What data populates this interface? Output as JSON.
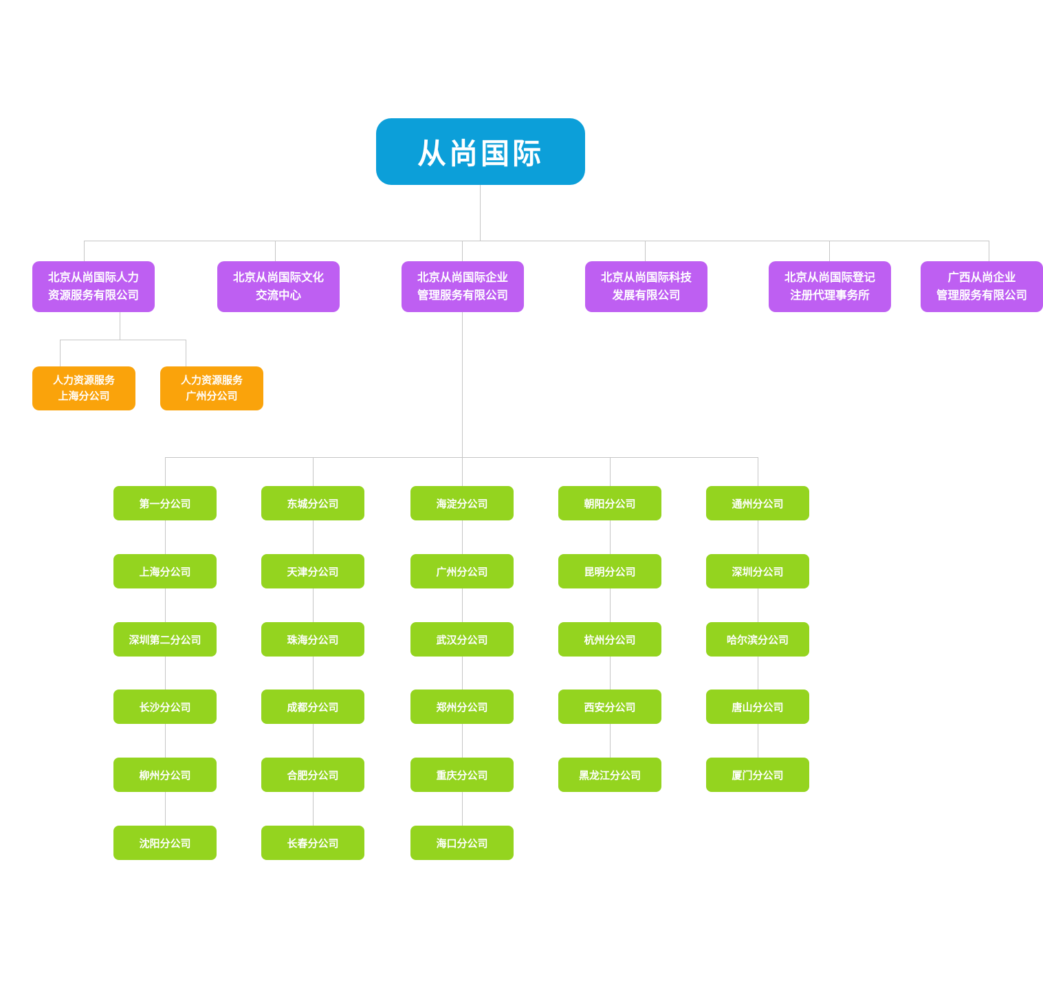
{
  "org": {
    "root": {
      "label": "从尚国际"
    },
    "subsidiaries": [
      {
        "line1": "北京从尚国际人力",
        "line2": "资源服务有限公司"
      },
      {
        "line1": "北京从尚国际文化",
        "line2": "交流中心"
      },
      {
        "line1": "北京从尚国际企业",
        "line2": "管理服务有限公司"
      },
      {
        "line1": "北京从尚国际科技",
        "line2": "发展有限公司"
      },
      {
        "line1": "北京从尚国际登记",
        "line2": "注册代理事务所"
      },
      {
        "line1": "广西从尚企业",
        "line2": "管理服务有限公司"
      }
    ],
    "hr_branches": [
      {
        "line1": "人力资源服务",
        "line2": "上海分公司"
      },
      {
        "line1": "人力资源服务",
        "line2": "广州分公司"
      }
    ],
    "ent_branch_columns": [
      {
        "items": [
          "第一分公司",
          "上海分公司",
          "深圳第二分公司",
          "长沙分公司",
          "柳州分公司",
          "沈阳分公司"
        ]
      },
      {
        "items": [
          "东城分公司",
          "天津分公司",
          "珠海分公司",
          "成都分公司",
          "合肥分公司",
          "长春分公司"
        ]
      },
      {
        "items": [
          "海淀分公司",
          "广州分公司",
          "武汉分公司",
          "郑州分公司",
          "重庆分公司",
          "海口分公司"
        ]
      },
      {
        "items": [
          "朝阳分公司",
          "昆明分公司",
          "杭州分公司",
          "西安分公司",
          "黑龙江分公司"
        ]
      },
      {
        "items": [
          "通州分公司",
          "深圳分公司",
          "哈尔滨分公司",
          "唐山分公司",
          "厦门分公司"
        ]
      }
    ]
  },
  "colors": {
    "root_box": "#0c9fd9",
    "subsidiary_box": "#be5ff2",
    "hr_branch_box": "#faa30b",
    "ent_branch_box": "#94d41f",
    "connector_line": "#c5c5c5",
    "text": "#ffffff"
  }
}
